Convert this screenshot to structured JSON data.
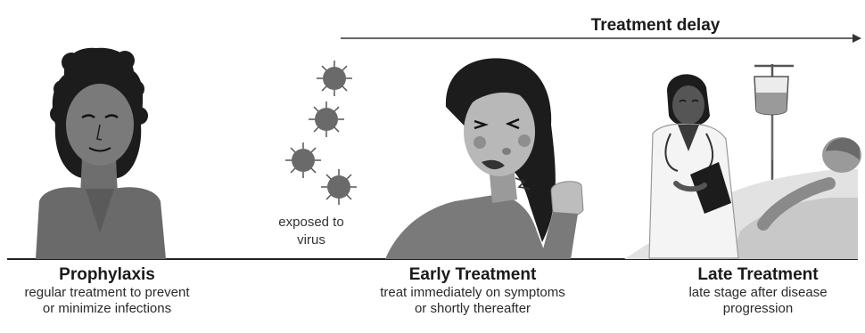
{
  "header": {
    "delay_label": "Treatment delay"
  },
  "virus_label": {
    "line1": "exposed to",
    "line2": "virus"
  },
  "stages": [
    {
      "title": "Prophylaxis",
      "line1": "regular treatment to prevent",
      "line2": "or minimize infections"
    },
    {
      "title": "Early Treatment",
      "line1": "treat immediately on symptoms",
      "line2": "or shortly thereafter"
    },
    {
      "title": "Late Treatment",
      "line1": "late stage after disease",
      "line2": "progression"
    }
  ]
}
